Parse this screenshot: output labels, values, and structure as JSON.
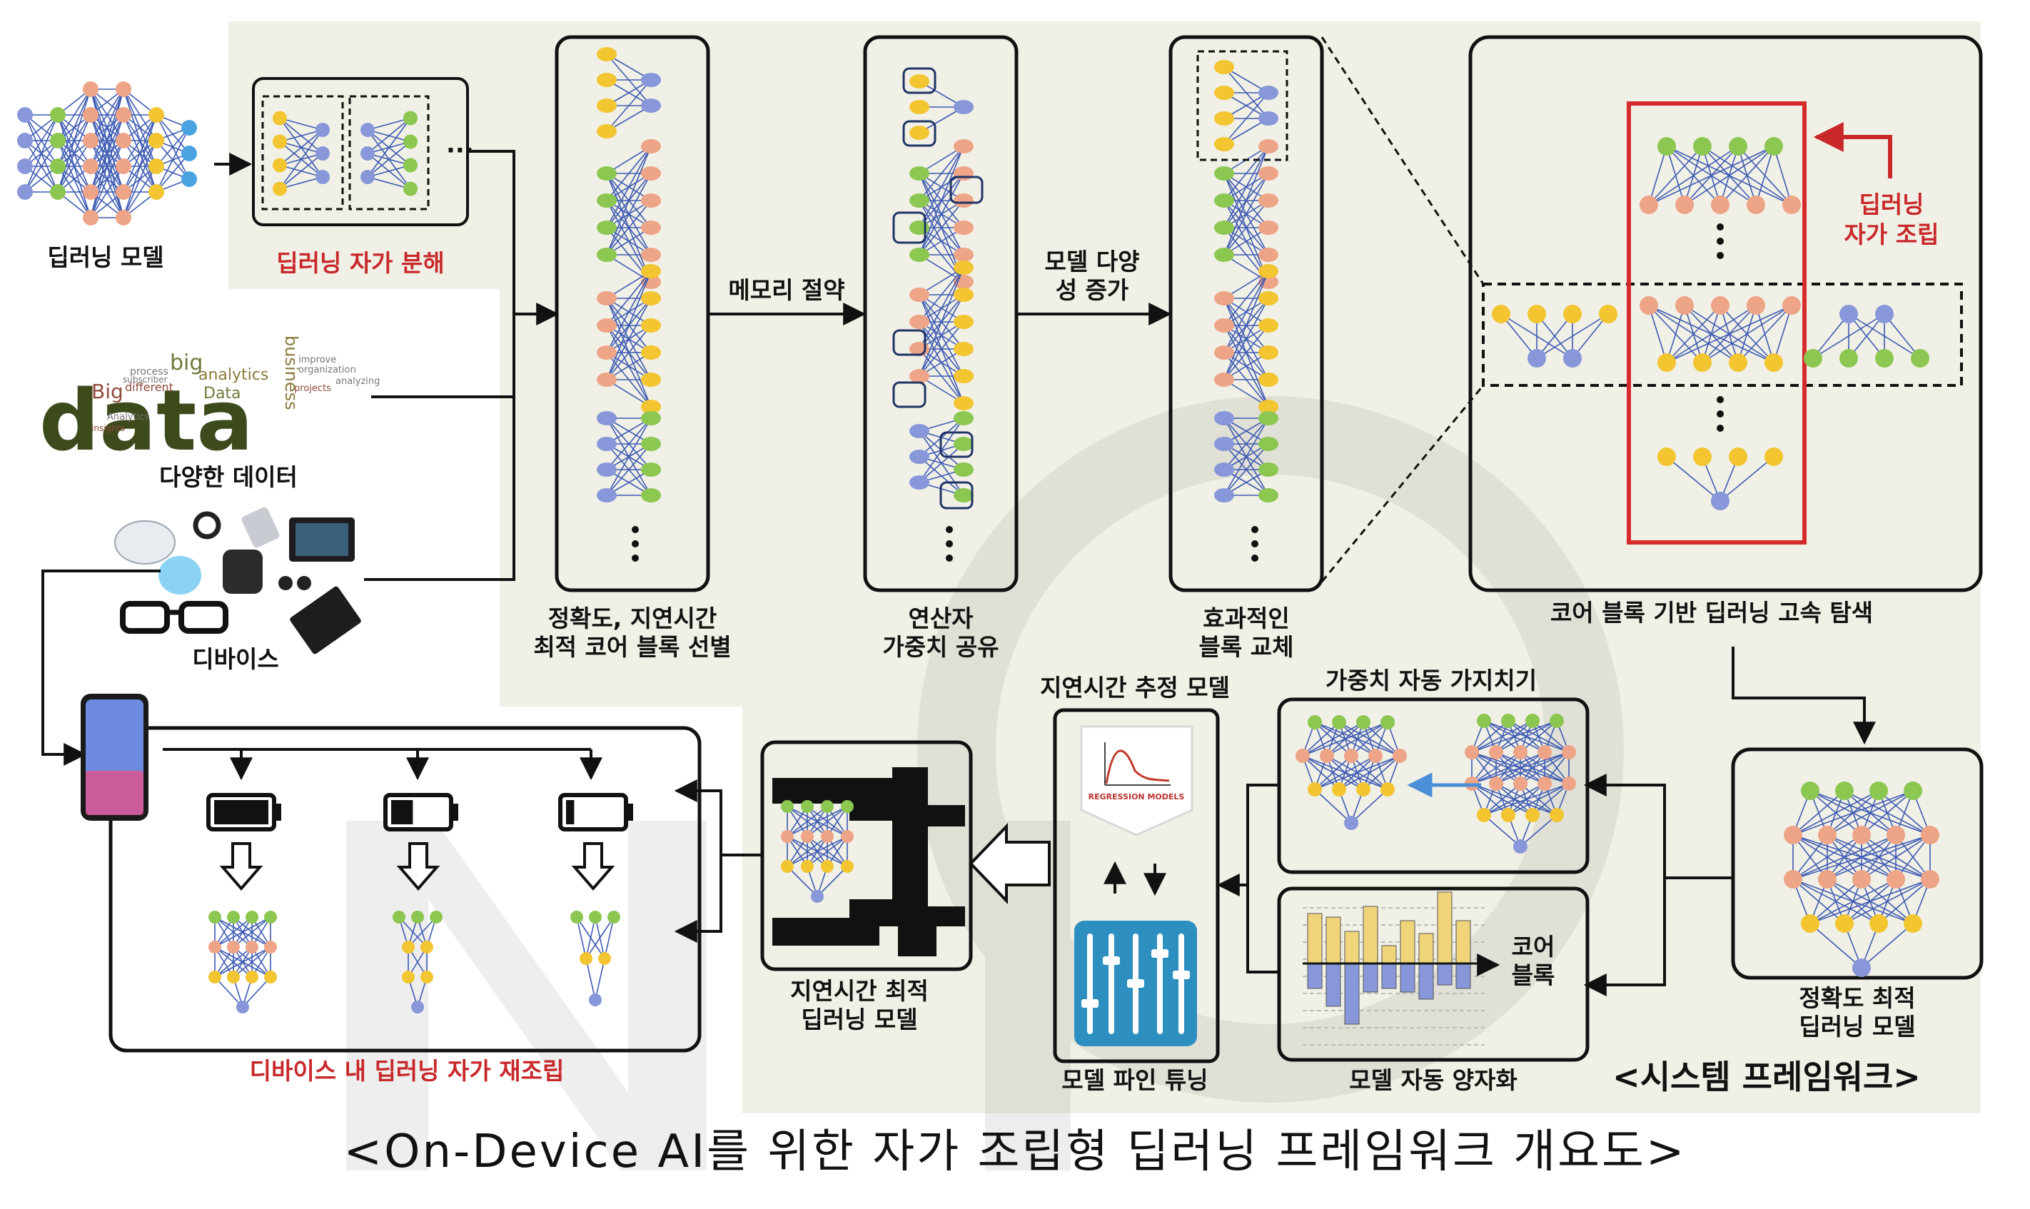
{
  "labels": {
    "deep_model": "딥러닝 모델",
    "self_decompose": "딥러닝 자가 분해",
    "various_data": "다양한 데이터",
    "devices": "디바이스",
    "core_select_1": "정확도, 지연시간",
    "core_select_2": "최적 코어 블록 선별",
    "memory_saving": "메모리 절약",
    "op_share_1": "연산자",
    "op_share_2": "가중치 공유",
    "diversity_1": "모델 다양",
    "diversity_2": "성 증가",
    "replace_1": "효과적인",
    "replace_2": "블록 교체",
    "self_assembly_1": "딥러닝",
    "self_assembly_2": "자가 조립",
    "core_search": "코어 블록 기반 딥러닝 고속 탐색",
    "latency_model_title": "지연시간 추정 모델",
    "pruning_title": "가중치 자동 가지치기",
    "regression_models": "REGRESSION MODELS",
    "core_block_1": "코어",
    "core_block_2": "블록",
    "finetuning": "모델 파인 튜닝",
    "quantization": "모델 자동 양자화",
    "optimal_latency_1": "지연시간 최적",
    "optimal_latency_2": "딥러닝 모델",
    "optimal_accuracy_1": "정확도 최적",
    "optimal_accuracy_2": "딥러닝 모델",
    "ondevice_reassembly": "디바이스 내 딥러닝 자가 재조립",
    "system_framework": "<시스템 프레임워크>",
    "caption": "<On-Device AI를 위한 자가 조립형 딥러닝 프레임워크 개요도>"
  },
  "wordcloud": {
    "main": "data",
    "words": [
      "big",
      "analytics",
      "Big",
      "Data",
      "business",
      "different",
      "process",
      "subscriber",
      "improve",
      "organization",
      "projects",
      "analyzing",
      "Analytics",
      "insights"
    ]
  },
  "watermark": "NRF",
  "colors": {
    "green": "#8cc751",
    "yellow": "#f2c531",
    "salmon": "#eea487",
    "lavender": "#8797d9",
    "blue_node": "#4aa3e0",
    "edge": "#3d5ab3",
    "panel_bg": "#f1f0e6",
    "red": "#c8282a",
    "equalizer": "#2d8fbf"
  }
}
